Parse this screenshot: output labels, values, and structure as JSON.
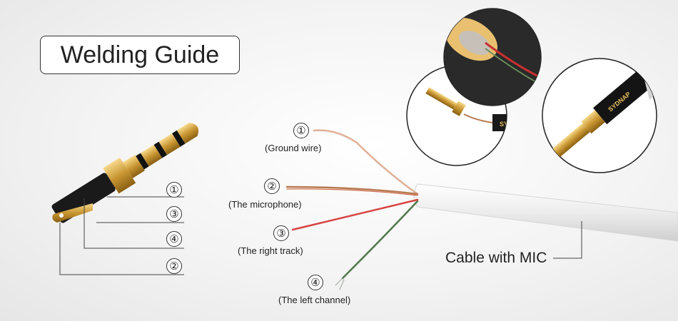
{
  "title": "Welding Guide",
  "plug_markers": [
    "①",
    "③",
    "④",
    "②"
  ],
  "wires": [
    {
      "number": "①",
      "label": "(Ground wire)"
    },
    {
      "number": "②",
      "label": "(The microphone)"
    },
    {
      "number": "③",
      "label": "(The right track)"
    },
    {
      "number": "④",
      "label": "(The left channel)"
    }
  ],
  "cable_label": "Cable with MIC",
  "brand_text": "SYDNAP",
  "colors": {
    "ground_wire": "#e0b09a",
    "mic_wire": "#b87a52",
    "right_wire": "#d84545",
    "left_wire": "#4f7a4a"
  }
}
